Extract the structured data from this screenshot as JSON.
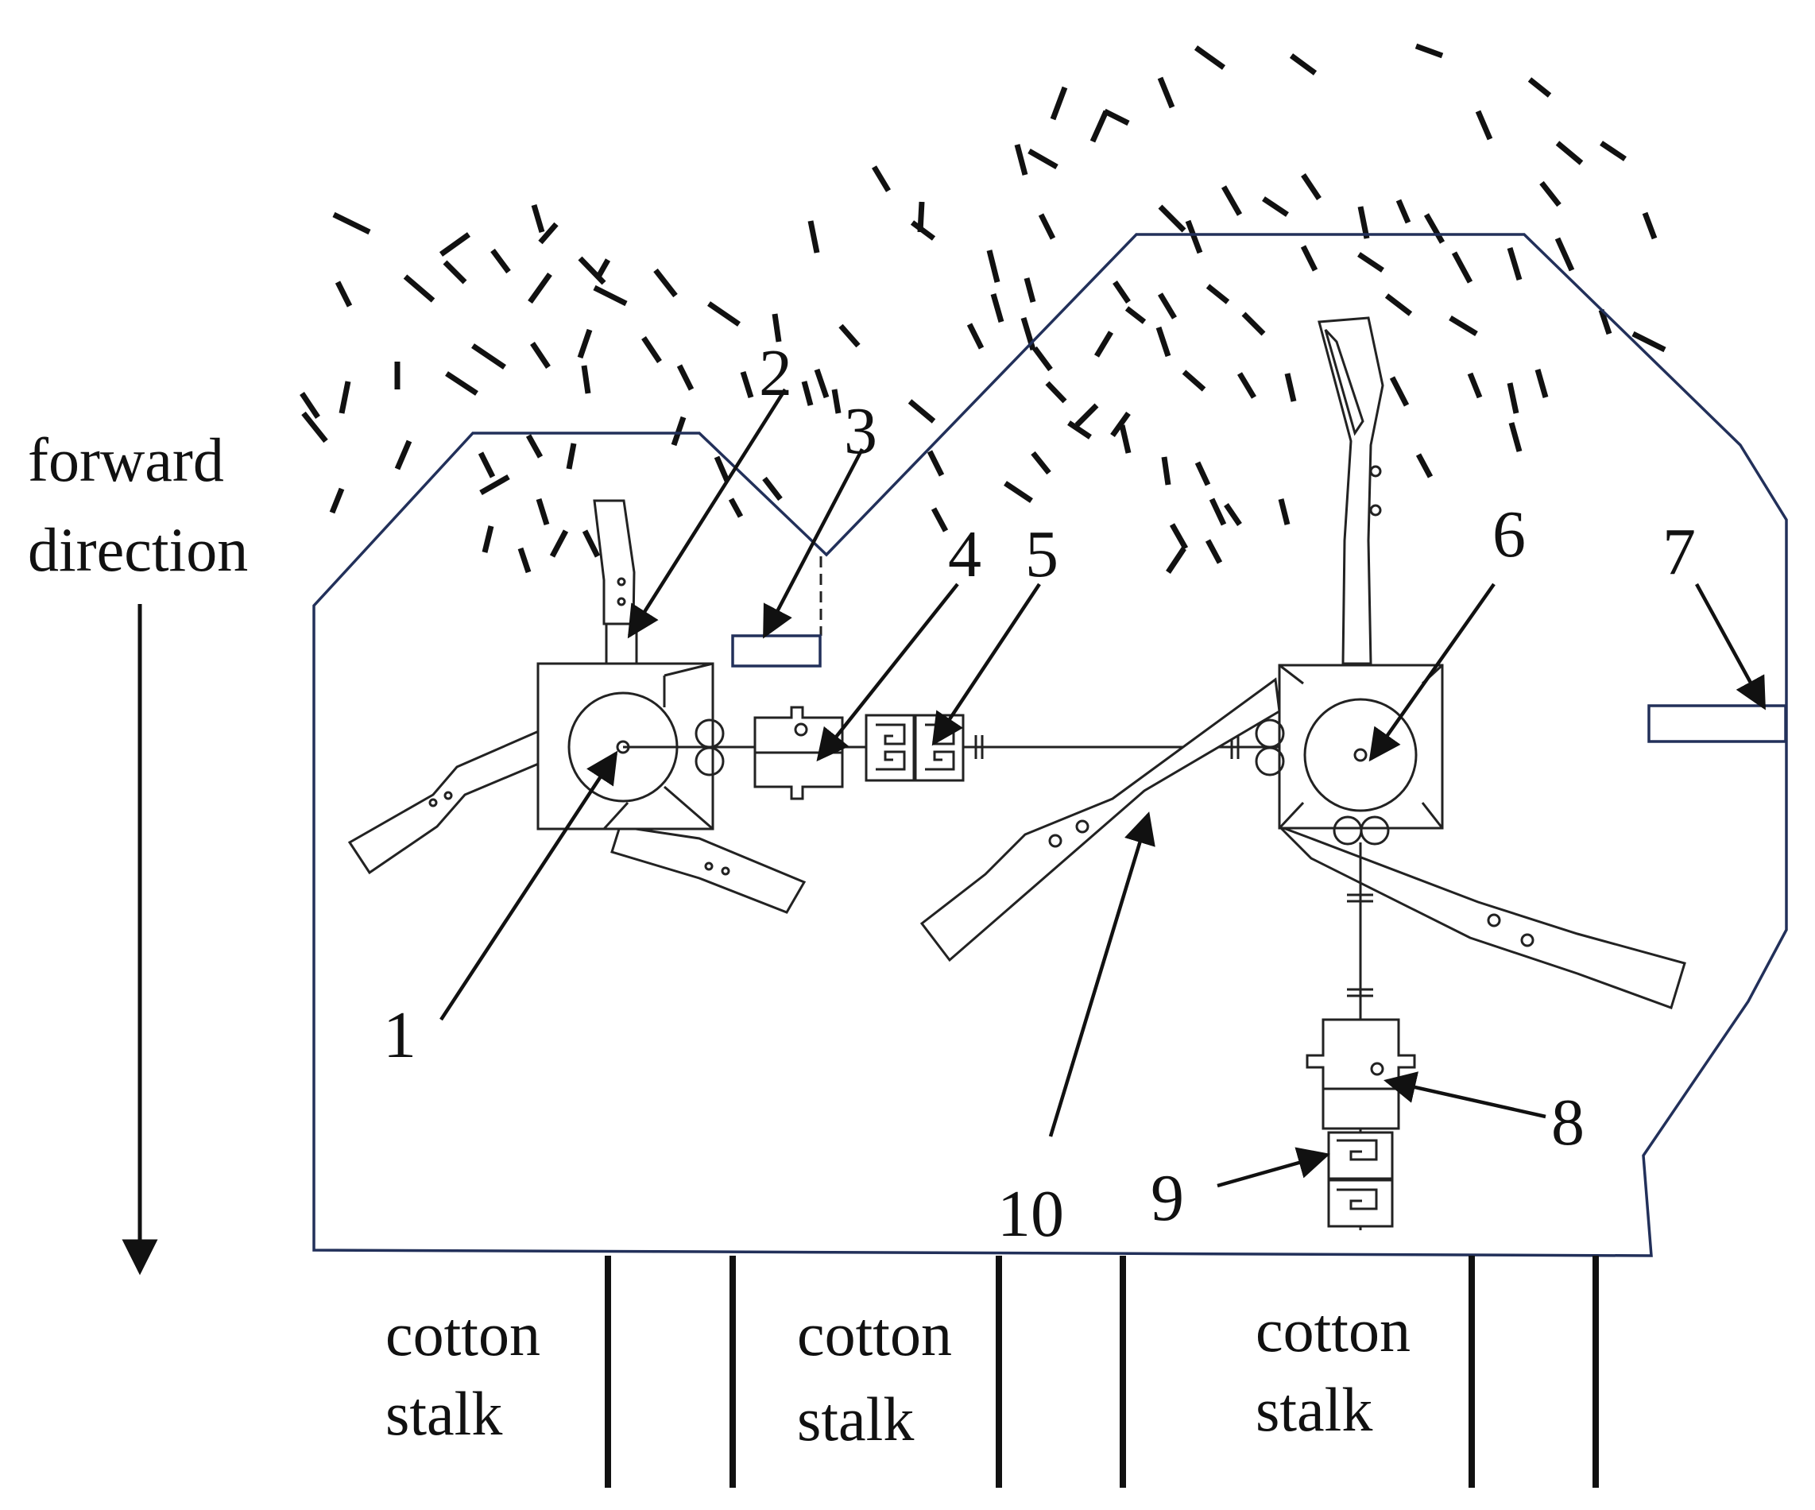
{
  "diagram": {
    "direction_label_line1": "forward",
    "direction_label_line2": "direction",
    "part_numbers": [
      "1",
      "2",
      "3",
      "4",
      "5",
      "6",
      "7",
      "8",
      "9",
      "10"
    ],
    "ground_labels": [
      {
        "line1": "cotton",
        "line2": "stalk"
      },
      {
        "line1": "cotton",
        "line2": "stalk"
      },
      {
        "line1": "cotton",
        "line2": "stalk"
      }
    ]
  }
}
